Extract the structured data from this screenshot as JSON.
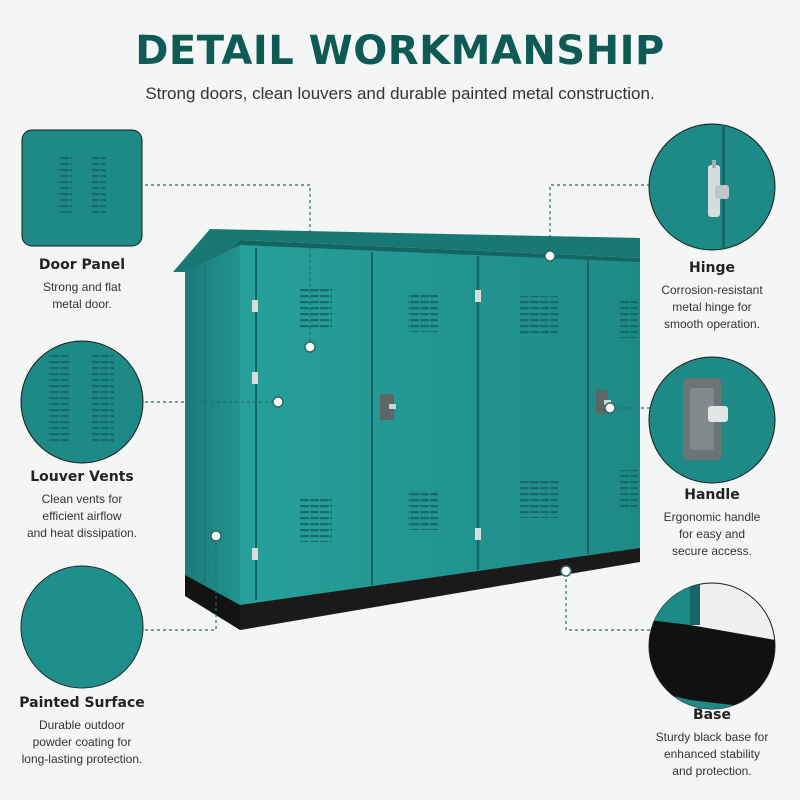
{
  "header": {
    "title": "DETAIL WORKMANSHIP",
    "subtitle": "Strong doors, clean louvers and durable painted metal construction."
  },
  "colors": {
    "accent": "#0e5a55",
    "cabinet": "#1f8a86",
    "base": "#111111",
    "background": "#f4f5f5"
  },
  "callouts": {
    "door_panel": {
      "name": "Door Panel",
      "line1": "Strong and flat",
      "line2": "metal door.",
      "line3": ""
    },
    "louver_vents": {
      "name": "Louver Vents",
      "line1": "Clean vents for",
      "line2": "efficient airflow",
      "line3": "and heat dissipation."
    },
    "painted_surface": {
      "name": "Painted Surface",
      "line1": "Durable outdoor",
      "line2": "powder coating for",
      "line3": "long-lasting protection."
    },
    "hinge": {
      "name": "Hinge",
      "line1": "Corrosion-resistant",
      "line2": "metal hinge for",
      "line3": "smooth operation."
    },
    "handle": {
      "name": "Handle",
      "line1": "Ergonomic handle",
      "line2": "for easy and",
      "line3": "secure access."
    },
    "base": {
      "name": "Base",
      "line1": "Sturdy black base for",
      "line2": "enhanced stability",
      "line3": "and protection."
    }
  }
}
